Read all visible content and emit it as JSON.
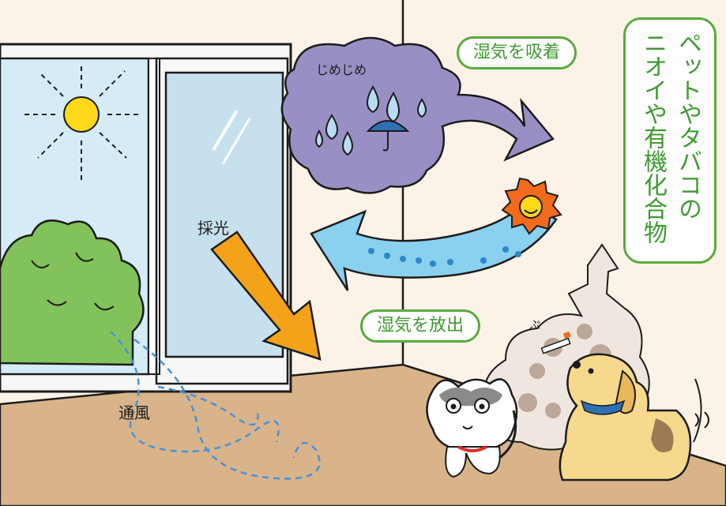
{
  "labels": {
    "lighting": "採光",
    "ventilation": "通風",
    "humidity_absorb": "湿気を吸着",
    "humidity_release": "湿気を放出",
    "odor_line1": "ペットやタバコの",
    "odor_line2": "ニオイや有機化合物",
    "cloud_sound": "じめじめ",
    "smoke_mark": "ぷ"
  },
  "colors": {
    "floor": "#d9b48a",
    "wall": "#fbf3e7",
    "accent_green": "#5aa93f",
    "text_green": "#3f9a32",
    "arrow_orange": "#f4a21a",
    "cloud_purple": "#8e82b8",
    "arrow_blue": "#6fc2e8",
    "sun_yellow": "#ffd91a",
    "sun_orange": "#f26a1b"
  },
  "icons": [
    "sun-icon",
    "bush-icon",
    "window-icon",
    "rain-cloud-icon",
    "umbrella-icon",
    "hot-sun-icon",
    "cat-icon",
    "dog-icon",
    "cigarette-icon",
    "wind-icon"
  ]
}
